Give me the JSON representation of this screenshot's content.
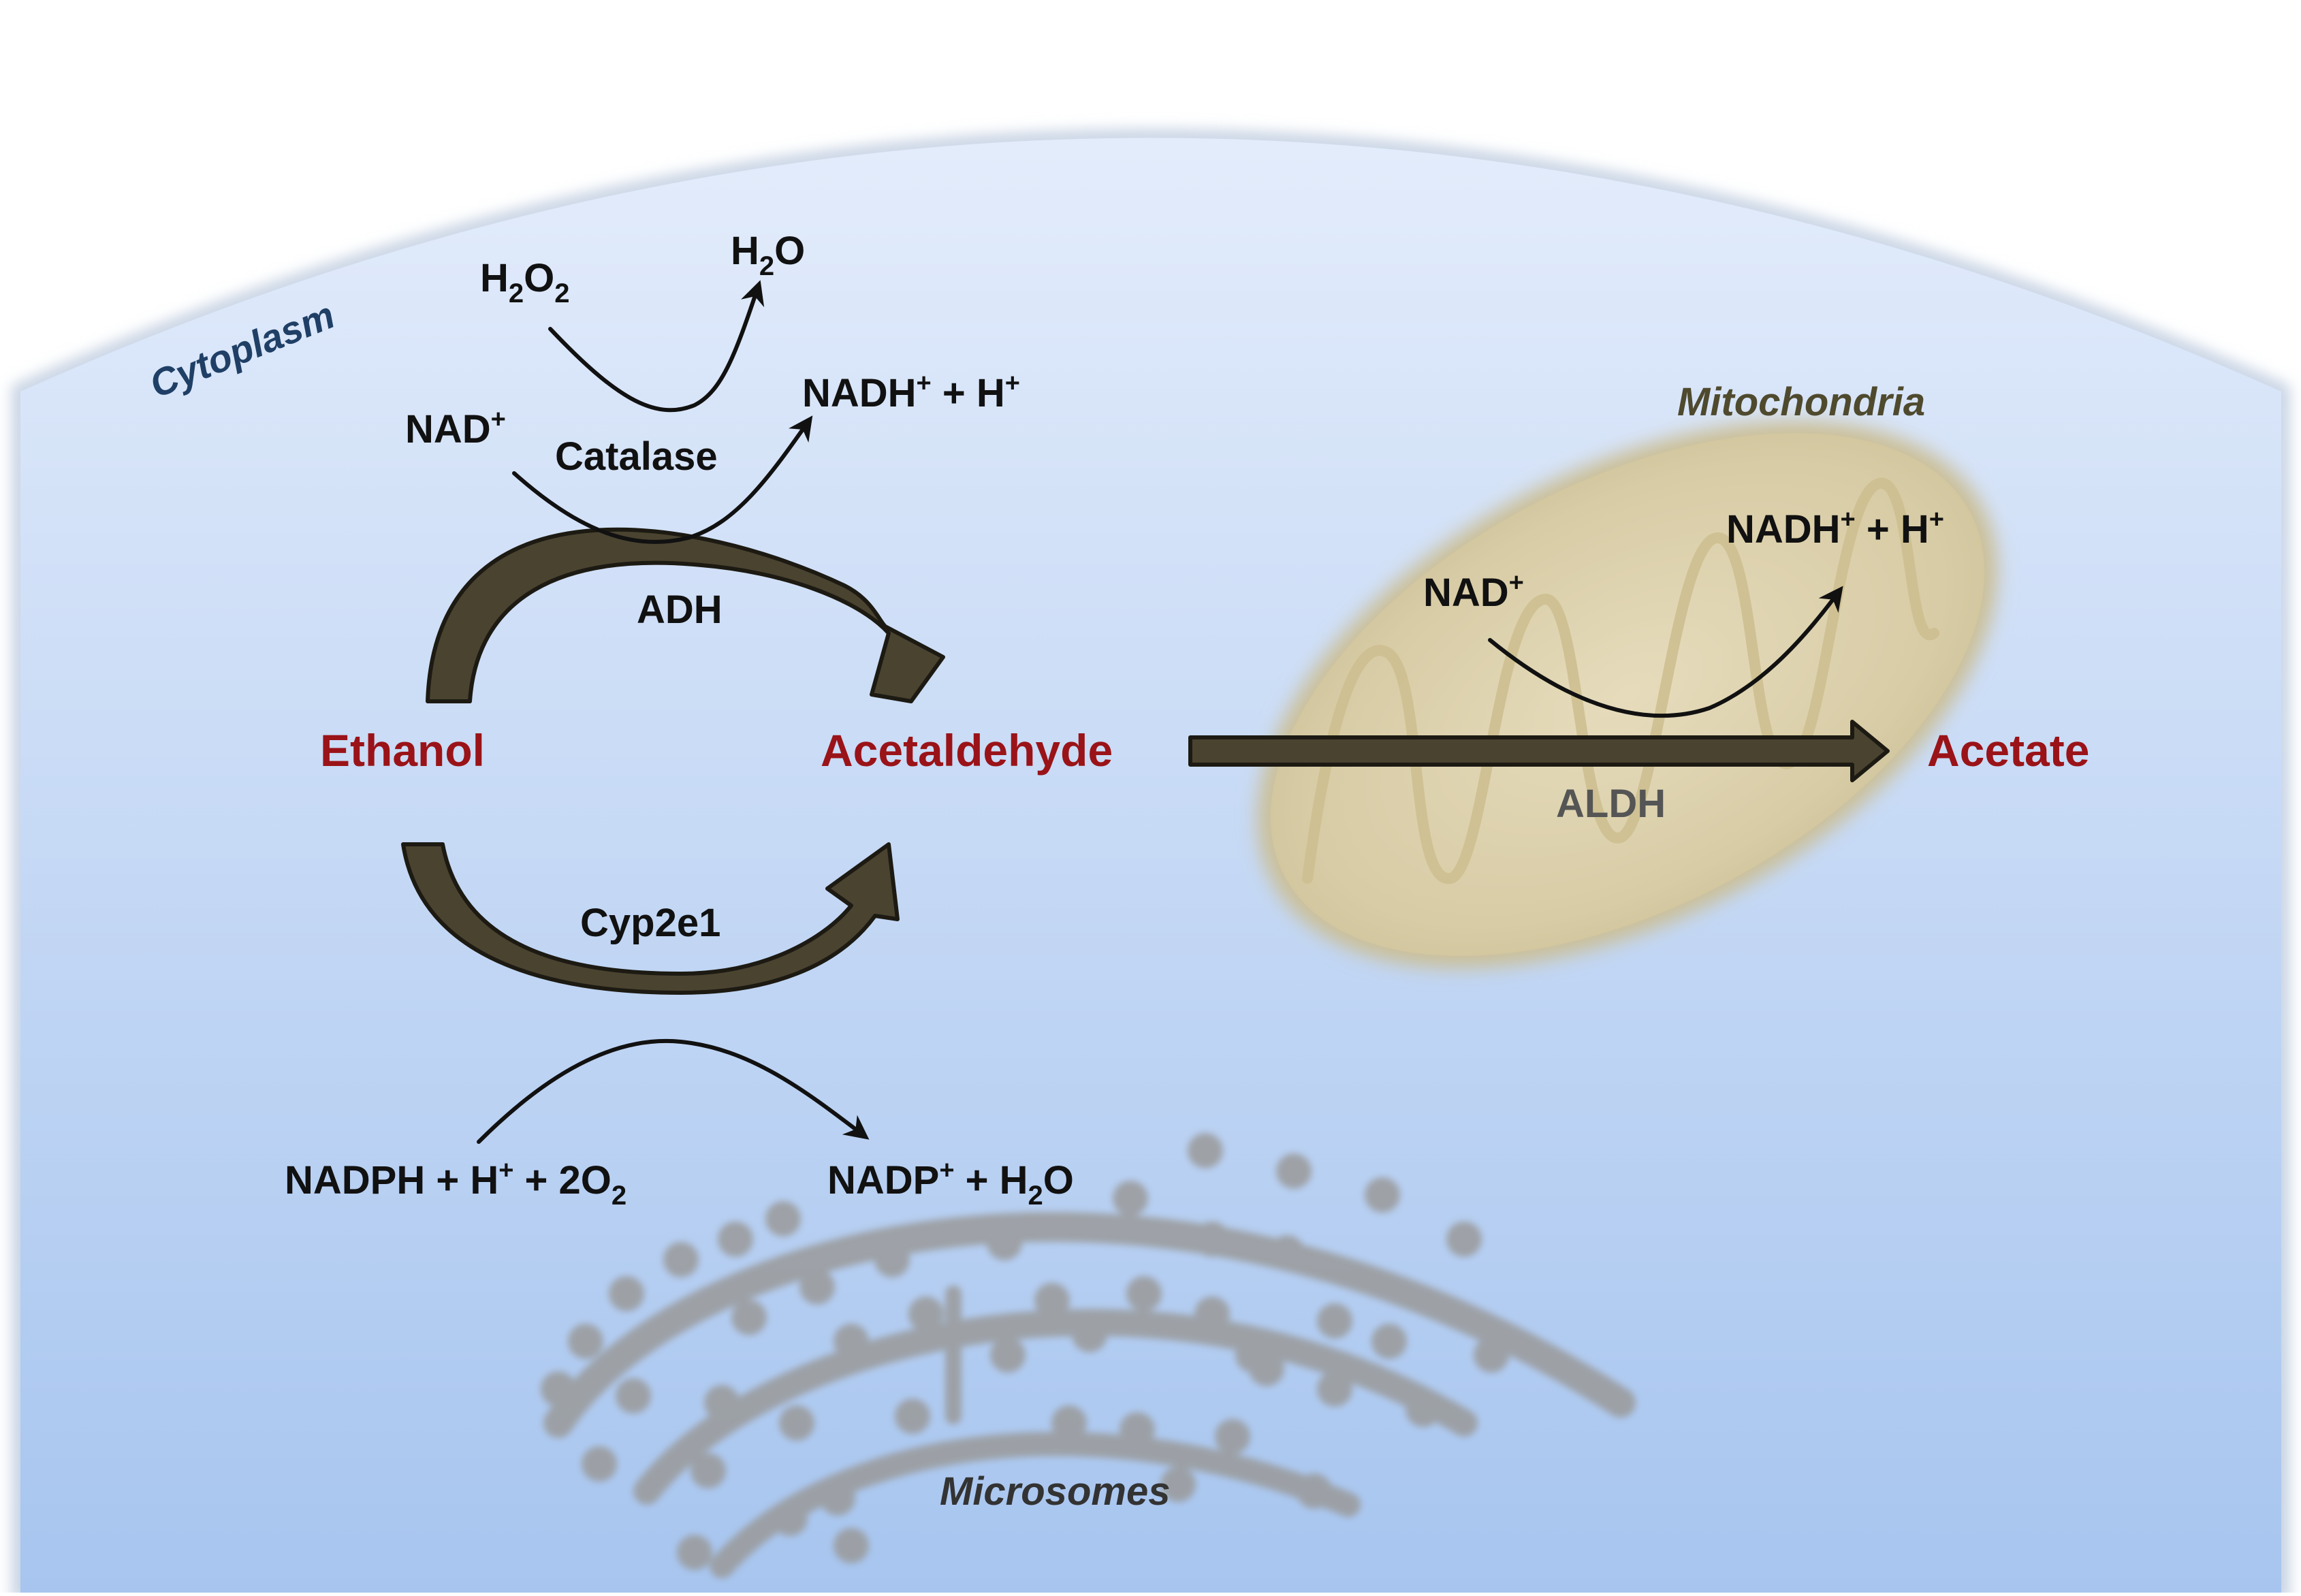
{
  "regions": {
    "cytoplasm": "Cytoplasm",
    "mitochondria": "Mitochondria",
    "microsomes": "Microsomes"
  },
  "metabolites": {
    "ethanol": "Ethanol",
    "acetaldehyde": "Acetaldehyde",
    "acetate": "Acetate"
  },
  "enzymes": {
    "catalase": "Catalase",
    "adh": "ADH",
    "cyp2e1": "Cyp2e1",
    "aldh": "ALDH"
  },
  "cofactors": {
    "catalase_in": {
      "base": "H",
      "sub1": "2",
      "mid": "O",
      "sub2": "2"
    },
    "catalase_out": {
      "base": "H",
      "sub": "2",
      "tail": "O"
    },
    "adh_in": {
      "base": "NAD",
      "sup": "+"
    },
    "adh_out": {
      "base": "NADH",
      "sup": "+",
      "tail": " + H",
      "sup2": "+"
    },
    "aldh_in": {
      "base": "NAD",
      "sup": "+"
    },
    "aldh_out": {
      "base": "NADH",
      "sup": "+",
      "tail": " + H",
      "sup2": "+"
    },
    "cyp_in": {
      "base": "NADPH + H",
      "sup": "+",
      "tail": " + 2O",
      "sub": "2"
    },
    "cyp_out": {
      "base": "NADP",
      "sup": "+",
      "tail": " + H",
      "sub": "2",
      "tail2": "O"
    }
  },
  "colors": {
    "cell_top": "#dfe9f9",
    "cell_bottom": "#a9c7f0",
    "mito_fill": "#d9cfae",
    "arrow_fill": "#4a4330",
    "metabolite_red": "#9a1318",
    "microsome_gray": "#9a9a9a",
    "cytoplasm_label": "#1f3f66",
    "mito_label": "#4f4a2e"
  }
}
